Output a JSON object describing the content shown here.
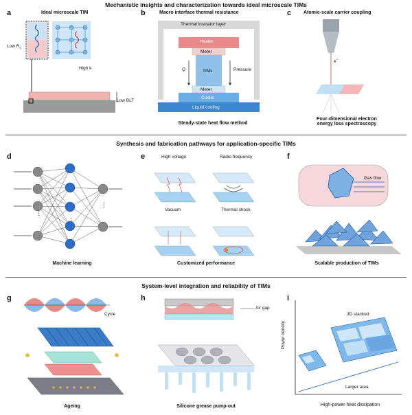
{
  "sections": [
    {
      "title": "Mechanistic insights and characterization towards ideal microscale TIMs"
    },
    {
      "title": "Synthesis and fabrication pathways for application-specific TIMs"
    },
    {
      "title": "System-level integration and reliability of TIMs"
    }
  ],
  "panels": {
    "a": {
      "label": "a",
      "title": "Ideal microscale TIM",
      "low_r": "Low R",
      "low_r_sub": "c",
      "high_k": "High k",
      "low_blt": "Low BLT"
    },
    "b": {
      "label": "b",
      "title": "Macro interface thermal resistance",
      "insulator": "Thermal insulator layer",
      "heater": "Heater",
      "meter_top": "Meter",
      "tims": "TIMs",
      "meter_bottom": "Meter",
      "cooler": "Cooler",
      "liquid": "Liquid cooling",
      "q": "Q",
      "pressure": "Pressure",
      "caption": "Steady-state heat flow method"
    },
    "c": {
      "label": "c",
      "title": "Atomic-scale carrier coupling",
      "electron": "e",
      "electron_sup": "−",
      "caption_line1": "Four-dimensional electron",
      "caption_line2": "energy loss spectroscopy"
    },
    "d": {
      "label": "d",
      "caption": "Machine learning",
      "dots": "⋮"
    },
    "e": {
      "label": "e",
      "cells": [
        "High voltage",
        "Radio frequency",
        "Vacuum",
        "Thermal shock"
      ],
      "caption": "Customized performance"
    },
    "f": {
      "label": "f",
      "gas_flow": "Gas flow",
      "caption": "Scalable production of TIMs"
    },
    "g": {
      "label": "g",
      "cycle": "Cycle",
      "caption": "Ageing"
    },
    "h": {
      "label": "h",
      "air_gap": "Air gap",
      "caption": "Silicone grease pump-out"
    },
    "i": {
      "label": "i",
      "stacked": "3D stacked",
      "larger_area": "Larger area",
      "ylabel": "Power density",
      "caption": "High-power heat dissipation"
    }
  },
  "colors": {
    "blue": "#4a8fd0",
    "light_blue": "#bfe0f5",
    "pink": "#f2a5a5",
    "grey": "#9a9a9a",
    "dark_blue": "#1f5fa8"
  }
}
